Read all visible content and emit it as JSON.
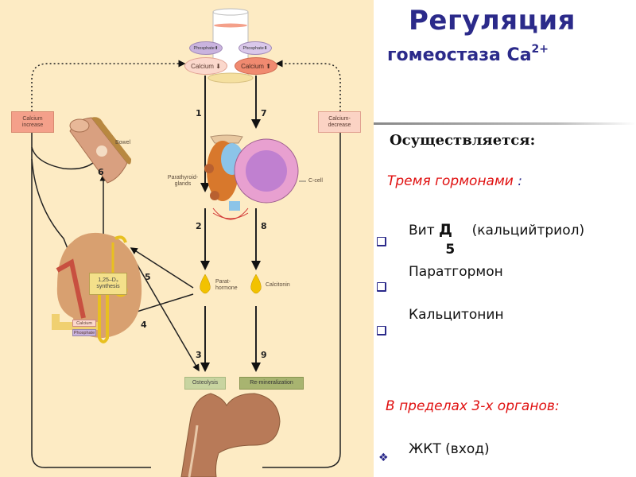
{
  "slide": {
    "title_line1": "Регуляция",
    "title_line2": "гомеостаза Ca",
    "title_superscript": "2+",
    "subheading": "Осуществляется:",
    "hormones_heading": "Тремя гормонами",
    "hormones_heading_colon": ":",
    "hormones": [
      {
        "prefix": "Вит",
        "bold": "Д",
        "subscript": "5",
        "suffix": "(кальцийтриол)"
      },
      {
        "text": "Паратгормон"
      },
      {
        "text": "Кальцитонин"
      }
    ],
    "organs_heading": "В пределах 3-х органов:",
    "organs": [
      {
        "text": "ЖКТ (вход)"
      }
    ]
  },
  "diagram": {
    "phosphate_up": "Phosphate⬆",
    "phosphate_down": "Phosphate⬇",
    "calcium_down": "Calcium ⬇",
    "calcium_up": "Calcium ⬆",
    "calcium_increase": "Calcium increase",
    "calcium_decrease": "Calcium- decrease",
    "bowel": "Bowel",
    "parathyroid_glands": "Parathyroid- glands",
    "c_cell": "C-cell",
    "synthesis": "1,25–D₃ synthesis",
    "kidney_calcium": "Calcium",
    "kidney_phosphate": "Phosphate",
    "parathormone": "Parat- hormone",
    "calcitonin": "Calcitonin",
    "osteolysis": "Osteolysis",
    "remineralization": "Re-mineralization",
    "steps": [
      "1",
      "2",
      "3",
      "4",
      "5",
      "6",
      "7",
      "8",
      "9"
    ]
  },
  "colors": {
    "title": "#2b2a8a",
    "accent_red": "#e01010",
    "diagram_bg": "#fdebc4",
    "calcium_increase_box": "#f4a08a",
    "calcium_decrease_box": "#fbd3c4",
    "phosphate_ellipse": "#c9b3de",
    "hormone_drop": "#f2c200"
  }
}
